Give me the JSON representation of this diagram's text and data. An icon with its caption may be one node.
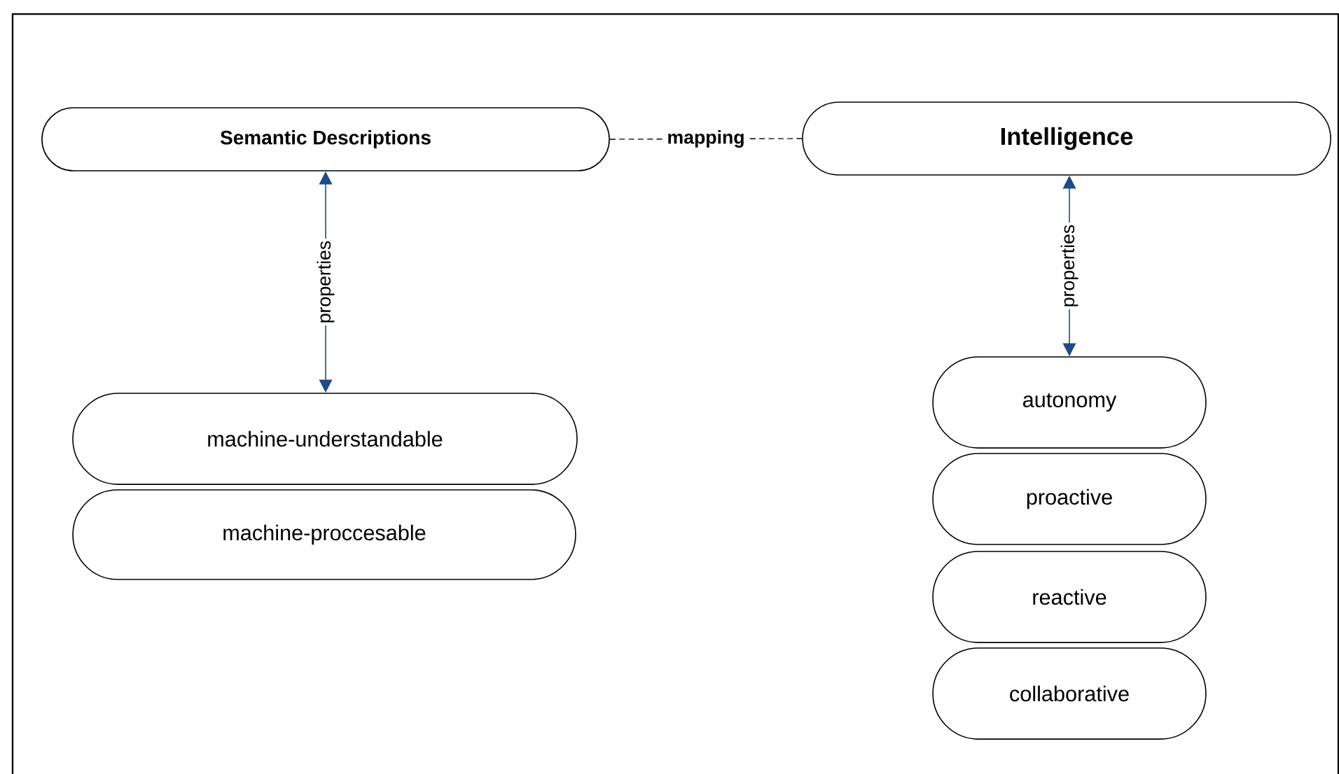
{
  "diagram": {
    "nodes": [
      {
        "text": [
          "Semantic Descriptions"
        ]
      },
      {
        "text": [
          "Intelligence"
        ]
      },
      {
        "text": [
          "machine-understandable"
        ]
      },
      {
        "text": [
          "machine-proccesable"
        ]
      },
      {
        "text": [
          "autonomy"
        ]
      },
      {
        "text": [
          "proactive"
        ]
      },
      {
        "text": [
          "reactive"
        ]
      },
      {
        "text": [
          "collaborative"
        ]
      }
    ],
    "edges": [
      {
        "from": 0,
        "to": 1,
        "arrow": "none",
        "label": "mapping",
        "style": "dashed",
        "color": "#000000"
      },
      {
        "from": 0,
        "to": 2,
        "arrow": "both",
        "label": "properties",
        "color": "#1f4a86"
      },
      {
        "from": 1,
        "to": 4,
        "arrow": "both",
        "label": "properties",
        "color": "#1f4a86"
      }
    ]
  }
}
